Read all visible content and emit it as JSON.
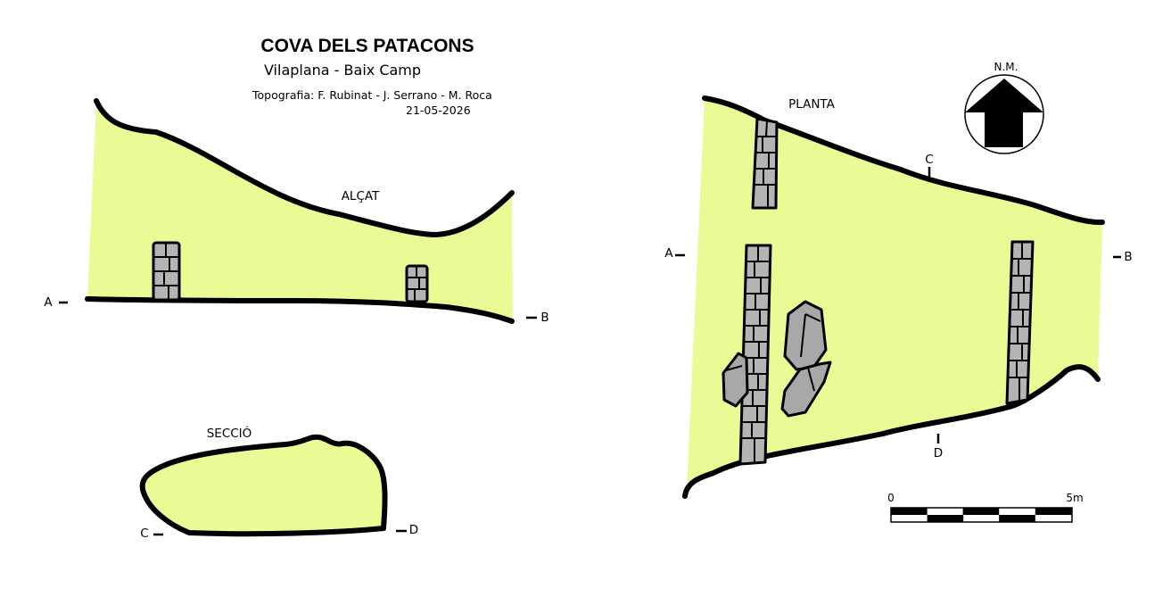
{
  "header": {
    "title": "COVA DELS PATACONS",
    "location": "Vilaplana - Baix Camp",
    "credits": "Topografia: F. Rubinat - J. Serrano - M. Roca",
    "date": "21-05-2026"
  },
  "views": {
    "elevation_label": "ALÇAT",
    "section_label": "SECCIÓ",
    "plan_label": "PLANTA"
  },
  "markers": {
    "elevation_a": "A",
    "elevation_b": "B",
    "section_c": "C",
    "section_d": "D",
    "plan_a": "A",
    "plan_b": "B",
    "plan_c": "C",
    "plan_d": "D"
  },
  "north_arrow": {
    "label": "N.M.",
    "icon": "north-arrow-icon"
  },
  "scale_bar": {
    "start_label": "0",
    "end_label": "5m"
  },
  "colors": {
    "cave_fill": "#ebfa94",
    "wall_fill": "#b4b4b4",
    "rock_fill": "#a8a8a8",
    "outline": "#000000"
  }
}
